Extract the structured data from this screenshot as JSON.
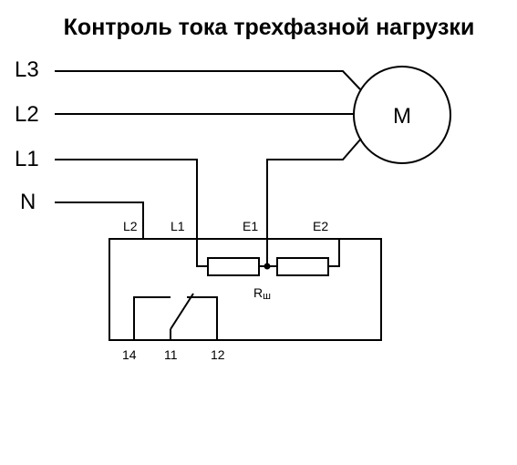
{
  "title": "Контроль тока трехфазной нагрузки",
  "lines": {
    "l3": "L3",
    "l2": "L2",
    "l1": "L1",
    "n": "N"
  },
  "motor": {
    "label": "M"
  },
  "relay": {
    "terminals_top": {
      "l2": "L2",
      "l1": "L1",
      "e1": "E1",
      "e2": "E2"
    },
    "shunt_label_main": "R",
    "shunt_label_sub": "ш",
    "terminals_bottom": {
      "t14": "14",
      "t11": "11",
      "t12": "12"
    }
  }
}
